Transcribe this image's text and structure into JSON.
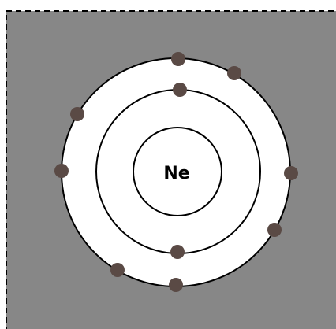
{
  "diagram": {
    "element_symbol": "Ne",
    "shells": [
      {
        "name": "inner-shell",
        "electron_count": 0
      },
      {
        "name": "middle-shell",
        "electron_count": 2
      },
      {
        "name": "outer-shell",
        "electron_count": 8
      }
    ],
    "colors": {
      "background": "#878787",
      "frame_dash": "#000000",
      "shell_fill": "#ffffff",
      "shell_stroke": "#000000",
      "electron": "#5a4a45",
      "symbol_text": "#000000"
    }
  }
}
